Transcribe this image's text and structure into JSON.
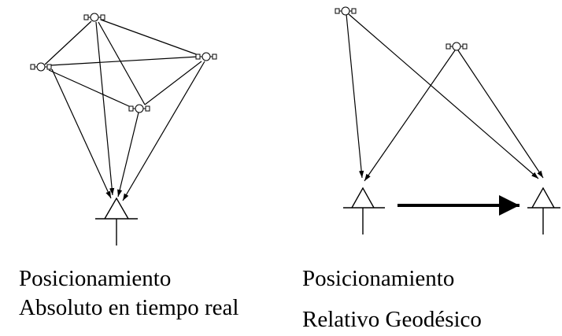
{
  "left_panel": {
    "caption_line1": "Posicionamiento",
    "caption_line2": "Absoluto en tiempo real",
    "satellites": 4,
    "receivers": 1
  },
  "right_panel": {
    "caption_line1": "Posicionamiento",
    "caption_line2": "Relativo Geodésico",
    "satellites": 2,
    "receivers": 2
  },
  "colors": {
    "ink": "#000000",
    "background": "#ffffff"
  }
}
